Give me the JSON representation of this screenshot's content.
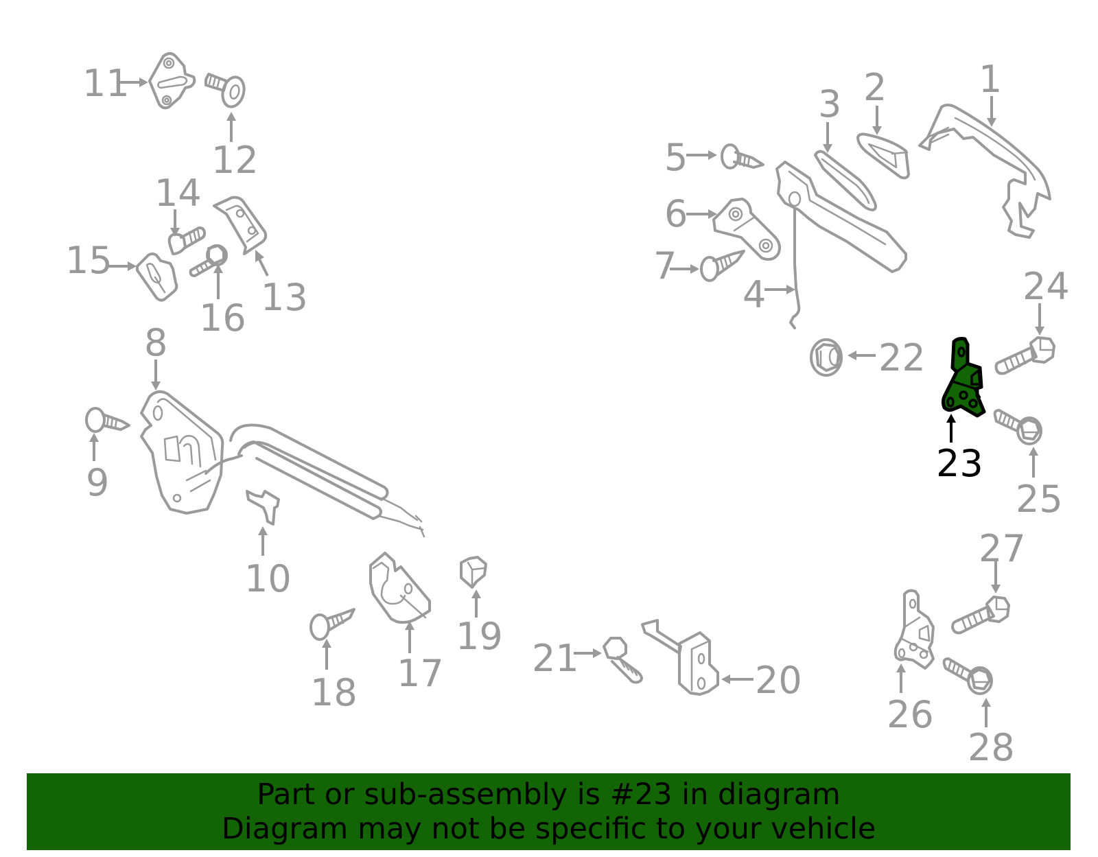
{
  "diagram": {
    "highlighted_part": "23",
    "highlight_color": "#126405",
    "line_color": "#999999",
    "callouts": [
      {
        "id": "1",
        "label": "1"
      },
      {
        "id": "2",
        "label": "2"
      },
      {
        "id": "3",
        "label": "3"
      },
      {
        "id": "4",
        "label": "4"
      },
      {
        "id": "5",
        "label": "5"
      },
      {
        "id": "6",
        "label": "6"
      },
      {
        "id": "7",
        "label": "7"
      },
      {
        "id": "8",
        "label": "8"
      },
      {
        "id": "9",
        "label": "9"
      },
      {
        "id": "10",
        "label": "10"
      },
      {
        "id": "11",
        "label": "11"
      },
      {
        "id": "12",
        "label": "12"
      },
      {
        "id": "13",
        "label": "13"
      },
      {
        "id": "14",
        "label": "14"
      },
      {
        "id": "15",
        "label": "15"
      },
      {
        "id": "16",
        "label": "16"
      },
      {
        "id": "17",
        "label": "17"
      },
      {
        "id": "18",
        "label": "18"
      },
      {
        "id": "19",
        "label": "19"
      },
      {
        "id": "20",
        "label": "20"
      },
      {
        "id": "21",
        "label": "21"
      },
      {
        "id": "22",
        "label": "22"
      },
      {
        "id": "23",
        "label": "23"
      },
      {
        "id": "24",
        "label": "24"
      },
      {
        "id": "25",
        "label": "25"
      },
      {
        "id": "26",
        "label": "26"
      },
      {
        "id": "27",
        "label": "27"
      },
      {
        "id": "28",
        "label": "28"
      }
    ]
  },
  "banner": {
    "line1": "Part or sub-assembly is #23 in diagram",
    "line2": "Diagram may not be specific to your vehicle",
    "background": "#126405"
  }
}
